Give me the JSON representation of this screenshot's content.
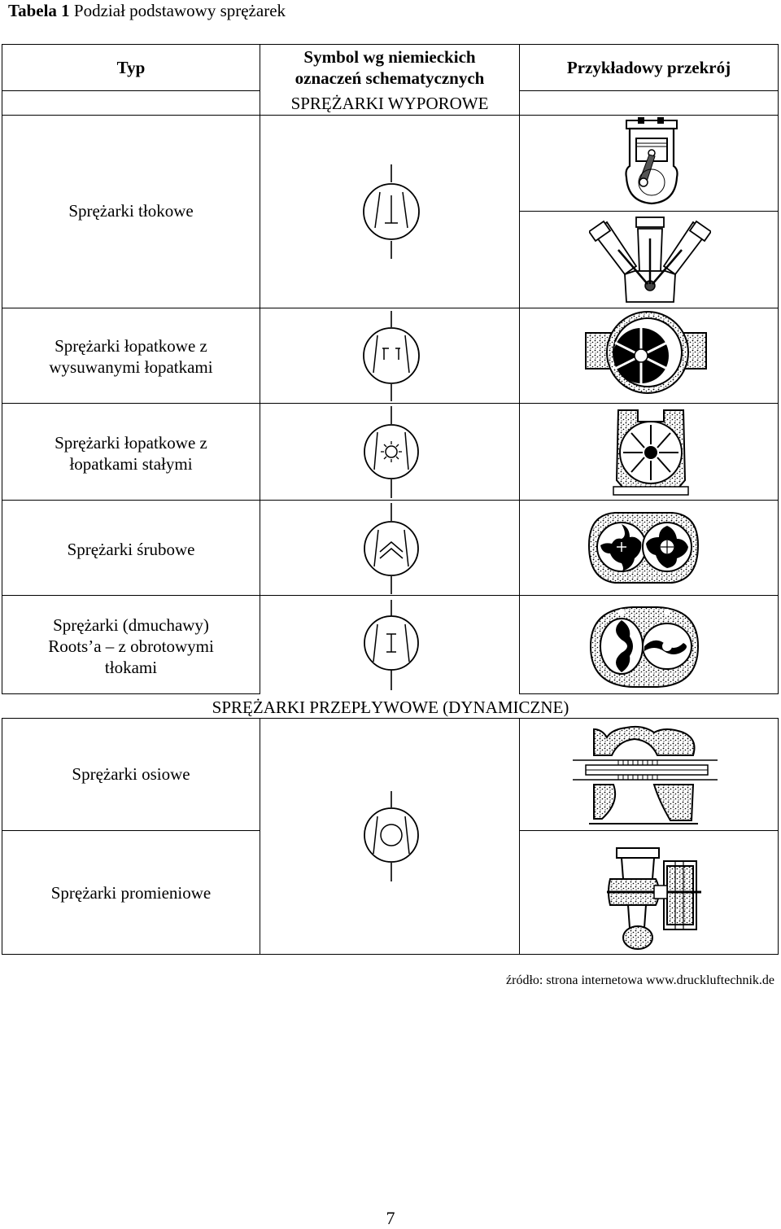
{
  "caption": {
    "label": "Tabela 1",
    "title": "Podział podstawowy sprężarek"
  },
  "header": {
    "typ": "Typ",
    "symbol_line1": "Symbol wg niemieckich",
    "symbol_line2": "oznaczeń schematycznych",
    "example": "Przykładowy przekrój"
  },
  "groups": {
    "displacement": "SPRĘŻARKI WYPOROWE",
    "dynamic": "SPRĘŻARKI PRZEPŁYWOWE (DYNAMICZNE)"
  },
  "rows": {
    "piston": "Sprężarki tłokowe",
    "vane_line1": "Sprężarki łopatkowe z",
    "vane_line2": "wysuwanymi łopatkami",
    "fixed_line1": "Sprężarki łopatkowe z",
    "fixed_line2": "łopatkami stałymi",
    "screw": "Sprężarki śrubowe",
    "roots_line1": "Sprężarki (dmuchawy)",
    "roots_line2": "Roots’a – z obrotowymi",
    "roots_line3": "tłokami",
    "axial": "Sprężarki osiowe",
    "radial": "Sprężarki promieniowe"
  },
  "footer": {
    "source": "źródło: strona internetowa www.druckluftechnik.de",
    "page": "7"
  }
}
